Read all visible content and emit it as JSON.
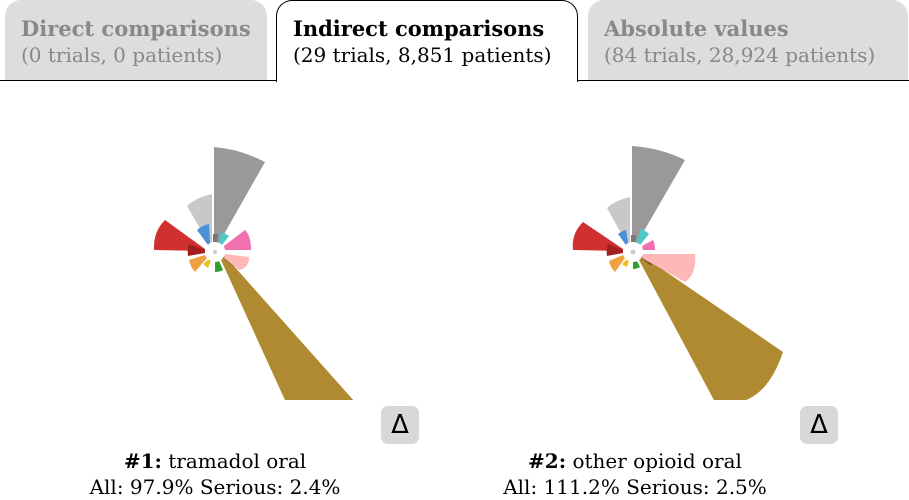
{
  "tabs": [
    {
      "title": "Direct comparisons",
      "subtitle": "(0 trials, 0 patients)",
      "active": false
    },
    {
      "title": "Indirect comparisons",
      "subtitle": "(29 trials, 8,851 patients)",
      "active": true
    },
    {
      "title": "Absolute values",
      "subtitle": "(84 trials, 28,924 patients)",
      "active": false
    }
  ],
  "delta_icon": "Δ",
  "colors": {
    "gray_dark": "#999999",
    "gray_light": "#c8c8c8",
    "red": "#d03030",
    "blue": "#4a90d9",
    "orange": "#f0a040",
    "yellow": "#e8c020",
    "green": "#30a030",
    "teal": "#50c8c8",
    "pink": "#f080b0",
    "light_pink": "#ffb8b8",
    "gold": "#b08a30",
    "maroon": "#a02020"
  },
  "panels": [
    {
      "rank_label": "#1:",
      "name": "tramadol oral",
      "all_label": "All:",
      "all_value": "97.9%",
      "serious_label": "Serious:",
      "serious_value": "2.4%"
    },
    {
      "rank_label": "#2:",
      "name": "other opioid oral",
      "all_label": "All:",
      "all_value": "111.2%",
      "serious_label": "Serious:",
      "serious_value": "2.5%"
    }
  ]
}
